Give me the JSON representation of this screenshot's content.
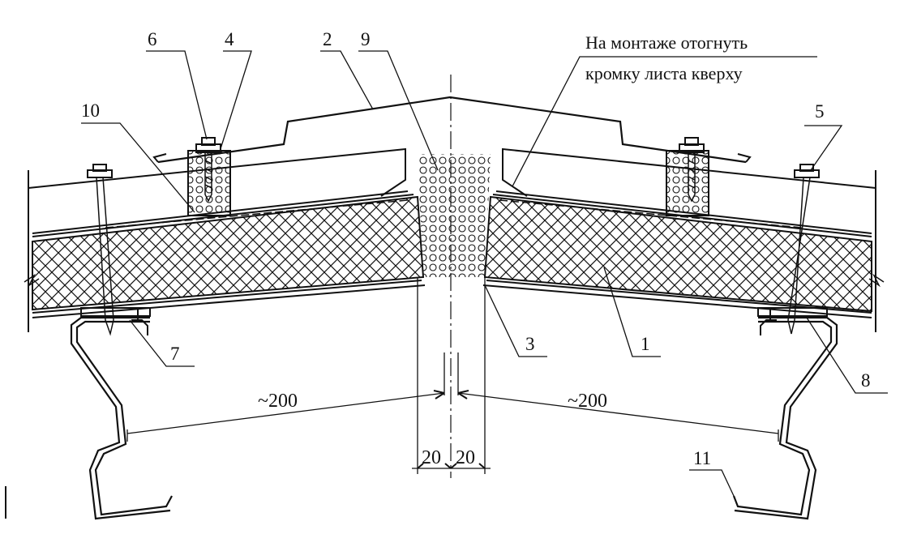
{
  "note": {
    "line1": "На монтаже отогнуть",
    "line2": "кромку листа кверху"
  },
  "callouts": {
    "c1": "1",
    "c2": "2",
    "c3": "3",
    "c4": "4",
    "c5": "5",
    "c6": "6",
    "c7": "7",
    "c8": "8",
    "c9": "9",
    "c10": "10",
    "c11": "11"
  },
  "dimensions": {
    "left_span": "~200",
    "right_span": "~200",
    "left_gap": "20",
    "right_gap": "20"
  }
}
